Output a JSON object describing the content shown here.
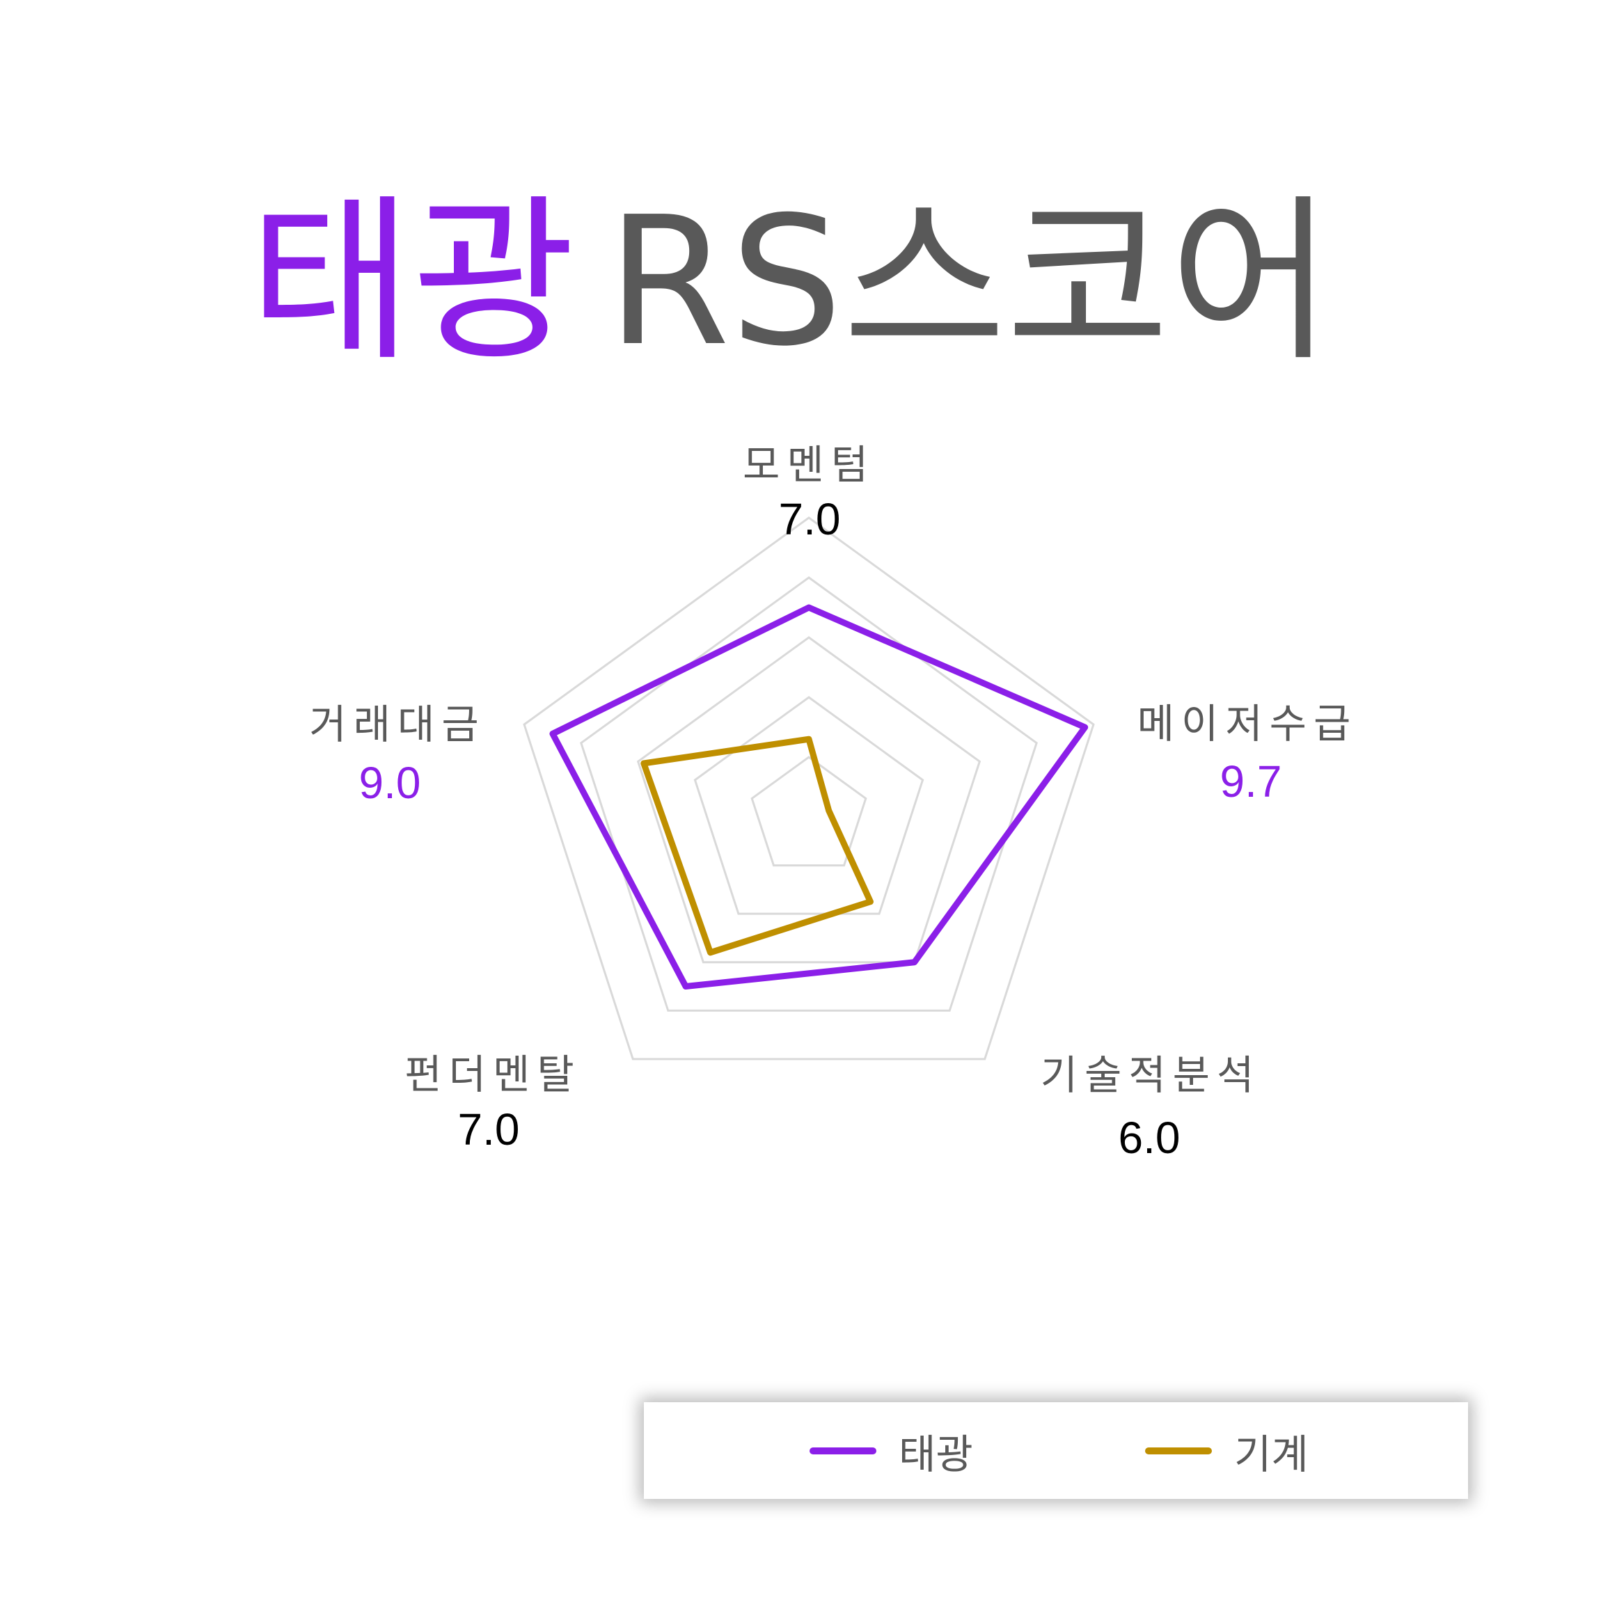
{
  "title": {
    "highlight": "태광",
    "rest": "RS스코어",
    "highlight_color": "#8B1FE8",
    "rest_color": "#595959"
  },
  "legend": {
    "items": [
      {
        "label": "태광",
        "color": "#8B1FE8"
      },
      {
        "label": "기계",
        "color": "#BF8F00"
      }
    ]
  },
  "chart_data": {
    "type": "radar",
    "title": "태광 RS스코어",
    "categories": [
      "모멘텀",
      "메이저수급",
      "기술적분석",
      "펀더멘탈",
      "거래대금"
    ],
    "series": [
      {
        "name": "태광",
        "color": "#8B1FE8",
        "values": [
          7.0,
          9.7,
          6.0,
          7.0,
          9.0
        ]
      },
      {
        "name": "기계",
        "color": "#BF8F00",
        "values": [
          2.6,
          0.7,
          3.5,
          5.6,
          5.8
        ]
      }
    ],
    "data_labels": [
      {
        "category": "모멘텀",
        "text": "7.0",
        "color": "#000000"
      },
      {
        "category": "메이저수급",
        "text": "9.7",
        "color": "#8B1FE8"
      },
      {
        "category": "기술적분석",
        "text": "6.0",
        "color": "#000000"
      },
      {
        "category": "펀더멘탈",
        "text": "7.0",
        "color": "#000000"
      },
      {
        "category": "거래대금",
        "text": "9.0",
        "color": "#8B1FE8"
      }
    ],
    "rlim": [
      0,
      10
    ],
    "grid_rings": [
      2,
      4,
      6,
      8,
      10
    ],
    "grid": true,
    "grid_color": "#D9D9D9",
    "legend_position": "bottom-right"
  }
}
